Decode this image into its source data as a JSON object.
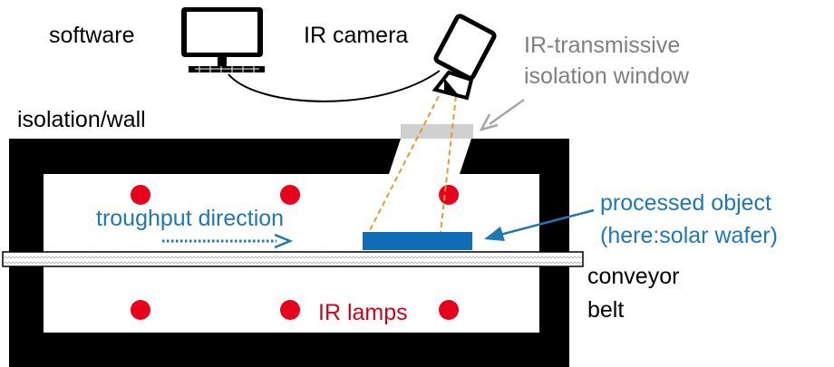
{
  "labels": {
    "software": "software",
    "ir_camera": "IR camera",
    "window_line1": "IR-transmissive",
    "window_line2": "isolation window",
    "wall": "isolation/wall",
    "direction": "troughput direction",
    "object_line1": "processed object",
    "object_line2": "(here:solar wafer)",
    "belt_line1": "conveyor",
    "belt_line2": "belt",
    "lamps": "IR lamps"
  },
  "colors": {
    "wall": "#000000",
    "window": "#d0d0d0",
    "lamp": "#e8001c",
    "wafer": "#0f6cb6",
    "blue_text": "#1f77b4",
    "gray_text": "#7f7f7f",
    "beam": "#e89a2c",
    "lamp_text": "#d0021b"
  },
  "icons": [
    "monitor-icon",
    "ir-camera-icon"
  ]
}
